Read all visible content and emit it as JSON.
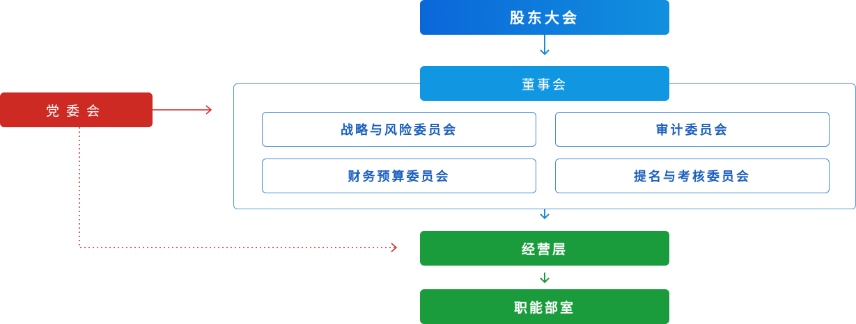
{
  "nodes": {
    "shareholders": "股东大会",
    "board": "董事会",
    "party_committee": "党委会",
    "committees": [
      "战略与风险委员会",
      "审计委员会",
      "财务预算委员会",
      "提名与考核委员会"
    ],
    "management": "经营层",
    "departments": "职能部室"
  },
  "colors": {
    "blue_dark": "#0b67d9",
    "blue": "#1197e2",
    "committee_text": "#1b5fbf",
    "red": "#cc2a23",
    "green": "#1b9c3c"
  }
}
